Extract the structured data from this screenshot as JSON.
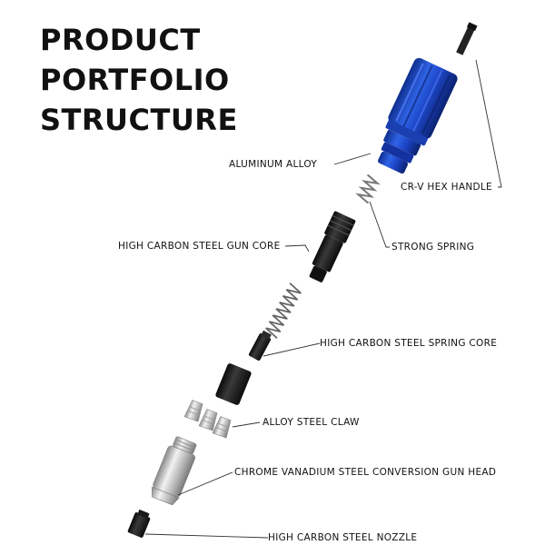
{
  "title": {
    "line1": "PRODUCT",
    "line2": "PORTFOLIO",
    "line3": "STRUCTURE"
  },
  "labels": {
    "aluminum_alloy": "ALUMINUM ALLOY",
    "crv_hex_handle": "CR-V HEX HANDLE",
    "gun_core": "HIGH CARBON STEEL GUN CORE",
    "strong_spring": "STRONG SPRING",
    "spring_core": "HIGH CARBON STEEL SPRING CORE",
    "alloy_steel_claw": "ALLOY STEEL CLAW",
    "gun_head": "CHROME VANADIUM STEEL CONVERSION GUN HEAD",
    "nozzle": "HIGH CARBON STEEL NOZZLE"
  },
  "colors": {
    "handle_blue": "#1d46c8",
    "parts_black": "#1c1c1c",
    "metal": "#c9c9c9"
  }
}
